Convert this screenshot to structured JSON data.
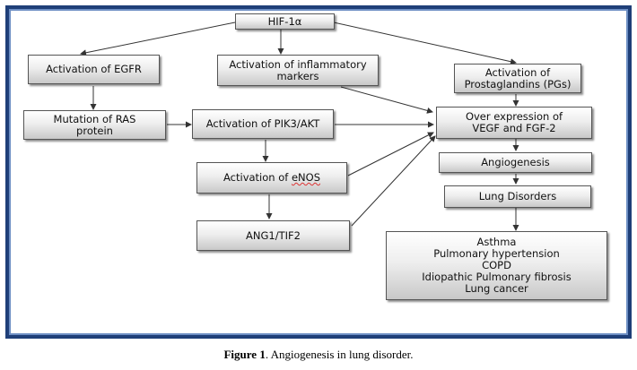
{
  "nodes": {
    "hif": "HIF-1α",
    "egfr": "Activation of EGFR",
    "inflammatory": [
      "Activation of inflammatory",
      "markers"
    ],
    "prostaglandins": [
      "Activation of",
      "Prostaglandins (PGs)"
    ],
    "ras": [
      "Mutation of RAS",
      "protein"
    ],
    "pik3": "Activation of PIK3/AKT",
    "vegf": [
      "Over expression of",
      "VEGF and FGF-2"
    ],
    "enos_prefix": "Activation of ",
    "enos_word": "eNOS",
    "angiogenesis": "Angiogenesis",
    "ang1": "ANG1/TIF2",
    "lung": "Lung Disorders",
    "disorders": [
      "Asthma",
      "Pulmonary hypertension",
      "COPD",
      "Idiopathic Pulmonary fibrosis",
      "Lung cancer"
    ]
  },
  "caption": {
    "label": "Figure 1",
    "text": ". Angiogenesis in lung disorder."
  },
  "colors": {
    "frame_dark": "#1f3f78",
    "frame_light": "#6e8fc4"
  }
}
